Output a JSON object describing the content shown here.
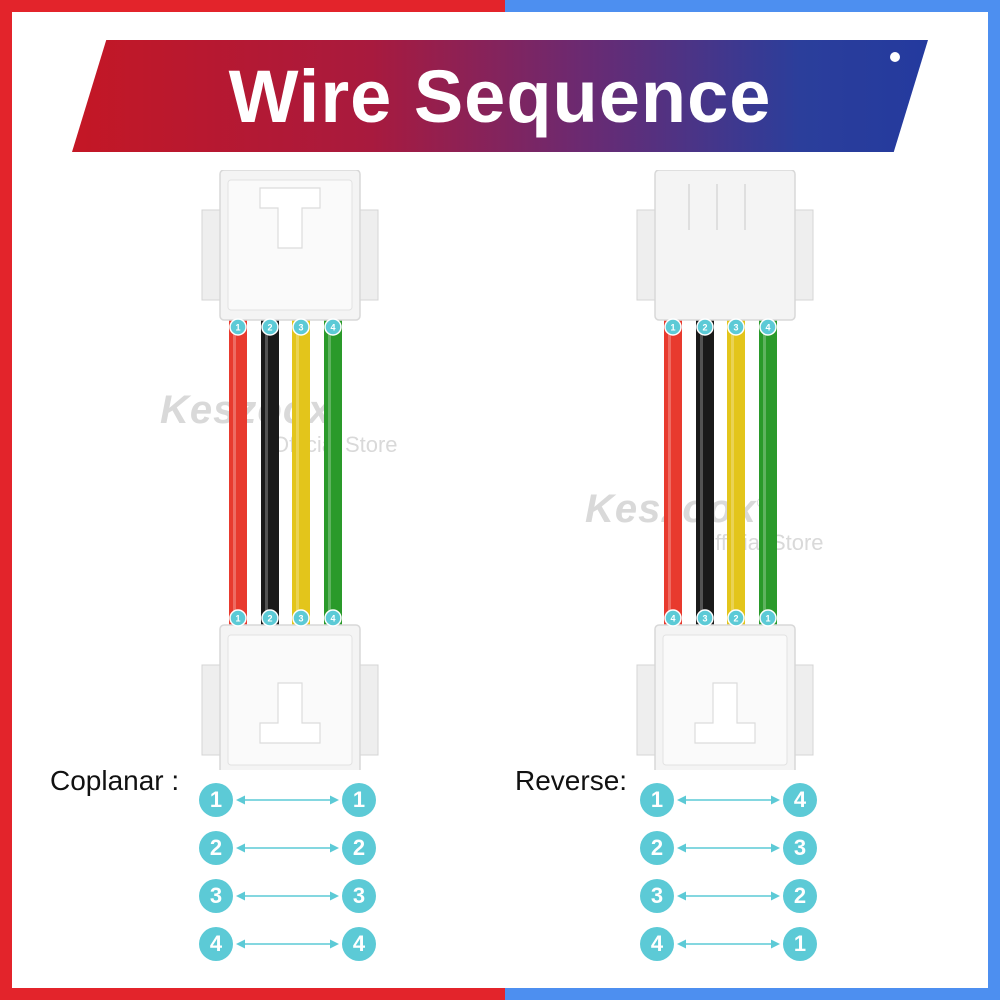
{
  "title": "Wire Sequence",
  "watermark": {
    "brand": "Keszoox",
    "mark": "®",
    "sub": "Official Store"
  },
  "wire_colors": [
    "#e83a2e",
    "#1a1a1a",
    "#e3c51b",
    "#2a9a2a"
  ],
  "accent": "#5ccad6",
  "left_cable": {
    "top_pins": [
      "1",
      "2",
      "3",
      "4"
    ],
    "bottom_pins": [
      "1",
      "2",
      "3",
      "4"
    ]
  },
  "right_cable": {
    "top_pins": [
      "1",
      "2",
      "3",
      "4"
    ],
    "bottom_pins": [
      "4",
      "3",
      "2",
      "1"
    ]
  },
  "coplanar": {
    "label": "Coplanar :",
    "rows": [
      {
        "from": "1",
        "to": "1"
      },
      {
        "from": "2",
        "to": "2"
      },
      {
        "from": "3",
        "to": "3"
      },
      {
        "from": "4",
        "to": "4"
      }
    ]
  },
  "reverse": {
    "label": "Reverse:",
    "rows": [
      {
        "from": "1",
        "to": "4"
      },
      {
        "from": "2",
        "to": "3"
      },
      {
        "from": "3",
        "to": "2"
      },
      {
        "from": "4",
        "to": "1"
      }
    ]
  }
}
